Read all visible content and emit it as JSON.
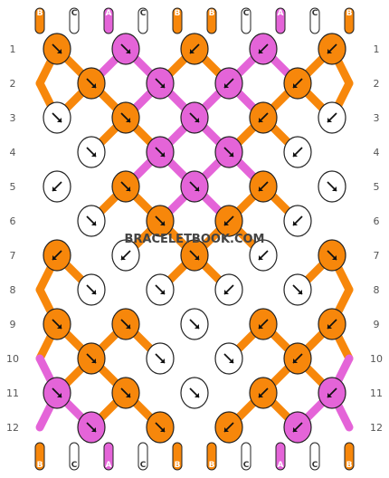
{
  "watermark": "BRACELETBOOK.COM",
  "colors": {
    "A": "#e464d8",
    "B": "#f7870b",
    "C": "#ffffff"
  },
  "strand_order_top": [
    "B",
    "C",
    "A",
    "C",
    "B",
    "B",
    "C",
    "A",
    "C",
    "B"
  ],
  "strand_order_bottom": [
    "B",
    "C",
    "A",
    "C",
    "B",
    "B",
    "C",
    "A",
    "C",
    "B"
  ],
  "row_labels": [
    "1",
    "2",
    "3",
    "4",
    "5",
    "6",
    "7",
    "8",
    "9",
    "10",
    "11",
    "12"
  ],
  "knots": [
    [
      {
        "c": "B",
        "d": "se"
      },
      {
        "c": "A",
        "d": "se"
      },
      {
        "c": "B",
        "d": "sw"
      },
      {
        "c": "A",
        "d": "sw"
      },
      {
        "c": "B",
        "d": "sw"
      }
    ],
    [
      {
        "c": "B",
        "d": "fb"
      },
      {
        "c": "A",
        "d": "se"
      },
      {
        "c": "A",
        "d": "sw"
      },
      {
        "c": "B",
        "d": "bf"
      }
    ],
    [
      {
        "c": "C",
        "d": "se"
      },
      {
        "c": "B",
        "d": "se"
      },
      {
        "c": "A",
        "d": "se"
      },
      {
        "c": "B",
        "d": "sw"
      },
      {
        "c": "C",
        "d": "sw"
      }
    ],
    [
      {
        "c": "C",
        "d": "fb"
      },
      {
        "c": "A",
        "d": "se"
      },
      {
        "c": "A",
        "d": "fb"
      },
      {
        "c": "C",
        "d": "bf"
      }
    ],
    [
      {
        "c": "C",
        "d": "sw"
      },
      {
        "c": "B",
        "d": "se"
      },
      {
        "c": "A",
        "d": "se"
      },
      {
        "c": "B",
        "d": "sw"
      },
      {
        "c": "C",
        "d": "se"
      }
    ],
    [
      {
        "c": "C",
        "d": "fb"
      },
      {
        "c": "B",
        "d": "se"
      },
      {
        "c": "B",
        "d": "sw"
      },
      {
        "c": "C",
        "d": "bf"
      }
    ],
    [
      {
        "c": "B",
        "d": "sw"
      },
      {
        "c": "C",
        "d": "sw"
      },
      {
        "c": "B",
        "d": "se"
      },
      {
        "c": "C",
        "d": "sw"
      },
      {
        "c": "B",
        "d": "se"
      }
    ],
    [
      {
        "c": "C",
        "d": "se"
      },
      {
        "c": "C",
        "d": "se"
      },
      {
        "c": "C",
        "d": "sw"
      },
      {
        "c": "C",
        "d": "se"
      }
    ],
    [
      {
        "c": "B",
        "d": "se"
      },
      {
        "c": "B",
        "d": "se"
      },
      {
        "c": "C",
        "d": "se"
      },
      {
        "c": "B",
        "d": "sw"
      },
      {
        "c": "B",
        "d": "sw"
      }
    ],
    [
      {
        "c": "B",
        "d": "se"
      },
      {
        "c": "C",
        "d": "se"
      },
      {
        "c": "C",
        "d": "fb"
      },
      {
        "c": "B",
        "d": "bf"
      }
    ],
    [
      {
        "c": "A",
        "d": "se"
      },
      {
        "c": "B",
        "d": "se"
      },
      {
        "c": "C",
        "d": "se"
      },
      {
        "c": "B",
        "d": "sw"
      },
      {
        "c": "A",
        "d": "sw"
      }
    ],
    [
      {
        "c": "A",
        "d": "se"
      },
      {
        "c": "B",
        "d": "se"
      },
      {
        "c": "B",
        "d": "sw"
      },
      {
        "c": "A",
        "d": "sw"
      }
    ]
  ]
}
